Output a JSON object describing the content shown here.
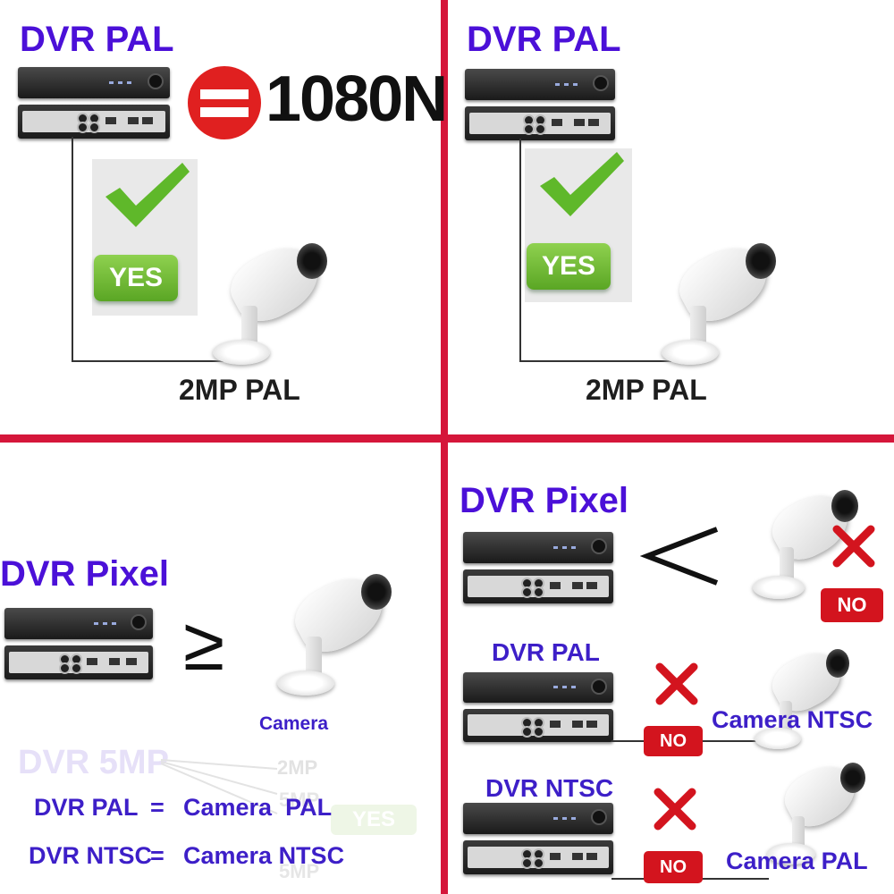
{
  "panels": {
    "top_left": {
      "title": "DVR PAL",
      "equals_result": "1080N",
      "yes_label": "YES",
      "camera_label": "2MP PAL"
    },
    "top_right": {
      "title": "DVR PAL",
      "yes_label": "YES",
      "camera_label": "2MP PAL"
    },
    "bottom_left": {
      "title": "DVR Pixel",
      "comparison": "≥",
      "camera_label": "Camera",
      "faded_title": "DVR 5MP",
      "faded_items": [
        "2MP",
        "5MP",
        "5MP"
      ],
      "faded_yes": "YES",
      "rule1_left": "DVR PAL",
      "rule1_eq": "=",
      "rule1_right": "Camera  PAL",
      "rule2_left": "DVR NTSC",
      "rule2_eq": "=",
      "rule2_right": "Camera NTSC"
    },
    "bottom_right": {
      "title": "DVR Pixel",
      "comparison": "<",
      "no_label_1": "NO",
      "dvr_pal_title": "DVR PAL",
      "no_label_2": "NO",
      "camera_ntsc": "Camera NTSC",
      "dvr_ntsc_title": "DVR NTSC",
      "no_label_3": "NO",
      "camera_pal": "Camera PAL"
    }
  },
  "colors": {
    "divider": "#d5163a",
    "title_blue": "#4b10d8",
    "yes_green": "#6dbb33",
    "check_green": "#5fb82a",
    "cross_red": "#d3141e"
  }
}
